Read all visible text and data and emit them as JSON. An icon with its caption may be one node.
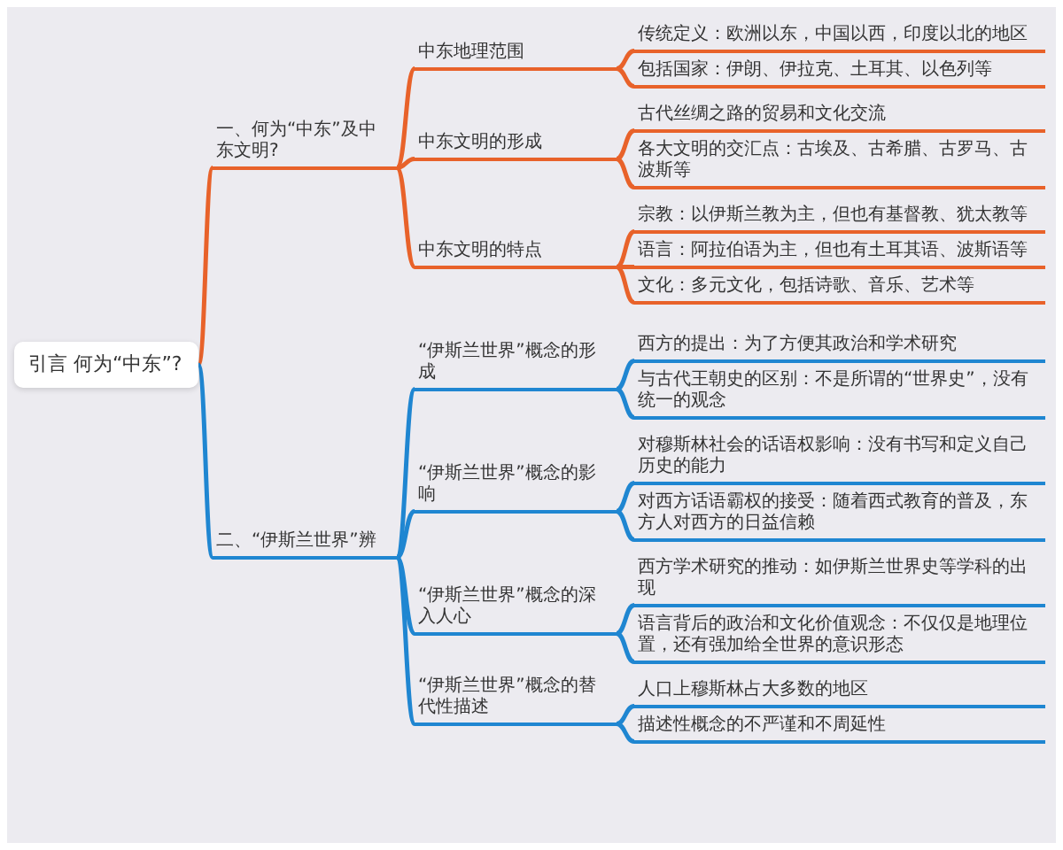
{
  "diagram": {
    "nodes": [
      {
        "text": [
          "引言 何为“中东”?"
        ]
      },
      {
        "text": [
          "一、何为“中东”及中东文明?"
        ]
      },
      {
        "text": [
          "中东地理范围"
        ]
      },
      {
        "text": [
          "传统定义：欧洲以东，中国以西，印度以北的地区"
        ]
      },
      {
        "text": [
          "包括国家：伊朗、伊拉克、土耳其、以色列等"
        ]
      },
      {
        "text": [
          "中东文明的形成"
        ]
      },
      {
        "text": [
          "古代丝绸之路的贸易和文化交流"
        ]
      },
      {
        "text": [
          "各大文明的交汇点：古埃及、古希腊、古罗马、古波斯等"
        ]
      },
      {
        "text": [
          "中东文明的特点"
        ]
      },
      {
        "text": [
          "宗教：以伊斯兰教为主，但也有基督教、犹太教等"
        ]
      },
      {
        "text": [
          "语言：阿拉伯语为主，但也有土耳其语、波斯语等"
        ]
      },
      {
        "text": [
          "文化：多元文化，包括诗歌、音乐、艺术等"
        ]
      },
      {
        "text": [
          "二、“伊斯兰世界”辨"
        ]
      },
      {
        "text": [
          "“伊斯兰世界”概念的形成"
        ]
      },
      {
        "text": [
          "西方的提出：为了方便其政治和学术研究"
        ]
      },
      {
        "text": [
          "与古代王朝史的区别：不是所谓的“世界史”，没有统一的观念"
        ]
      },
      {
        "text": [
          "“伊斯兰世界”概念的影响"
        ]
      },
      {
        "text": [
          "对穆斯林社会的话语权影响：没有书写和定义自己历史的能力"
        ]
      },
      {
        "text": [
          "对西方话语霸权的接受：随着西式教育的普及，东方人对西方的日益信赖"
        ]
      },
      {
        "text": [
          "“伊斯兰世界”概念的深入人心"
        ]
      },
      {
        "text": [
          "西方学术研究的推动：如伊斯兰世界史等学科的出现"
        ]
      },
      {
        "text": [
          "语言背后的政治和文化价值观念：不仅仅是地理位置，还有强加给全世界的意识形态"
        ]
      },
      {
        "text": [
          "“伊斯兰世界”概念的替代性描述"
        ]
      },
      {
        "text": [
          "人口上穆斯林占大多数的地区"
        ]
      },
      {
        "text": [
          "描述性概念的不严谨和不周延性"
        ]
      }
    ],
    "edges": [
      {
        "from": 0,
        "to": 1,
        "arrow": "none",
        "color": "#e8622a"
      },
      {
        "from": 1,
        "to": 2,
        "arrow": "none",
        "color": "#e8622a"
      },
      {
        "from": 2,
        "to": 3,
        "arrow": "none",
        "color": "#e8622a"
      },
      {
        "from": 2,
        "to": 4,
        "arrow": "none",
        "color": "#e8622a"
      },
      {
        "from": 1,
        "to": 5,
        "arrow": "none",
        "color": "#e8622a"
      },
      {
        "from": 5,
        "to": 6,
        "arrow": "none",
        "color": "#e8622a"
      },
      {
        "from": 5,
        "to": 7,
        "arrow": "none",
        "color": "#e8622a"
      },
      {
        "from": 1,
        "to": 8,
        "arrow": "none",
        "color": "#e8622a"
      },
      {
        "from": 8,
        "to": 9,
        "arrow": "none",
        "color": "#e8622a"
      },
      {
        "from": 8,
        "to": 10,
        "arrow": "none",
        "color": "#e8622a"
      },
      {
        "from": 8,
        "to": 11,
        "arrow": "none",
        "color": "#e8622a"
      },
      {
        "from": 0,
        "to": 12,
        "arrow": "none"
      },
      {
        "from": 12,
        "to": 13,
        "arrow": "none"
      },
      {
        "from": 13,
        "to": 14,
        "arrow": "none"
      },
      {
        "from": 13,
        "to": 15,
        "arrow": "none"
      },
      {
        "from": 12,
        "to": 16,
        "arrow": "none"
      },
      {
        "from": 16,
        "to": 17,
        "arrow": "none"
      },
      {
        "from": 16,
        "to": 18,
        "arrow": "none"
      },
      {
        "from": 12,
        "to": 19,
        "arrow": "none"
      },
      {
        "from": 19,
        "to": 20,
        "arrow": "none"
      },
      {
        "from": 19,
        "to": 21,
        "arrow": "none"
      },
      {
        "from": 12,
        "to": 22,
        "arrow": "none"
      },
      {
        "from": 22,
        "to": 23,
        "arrow": "none"
      },
      {
        "from": 22,
        "to": 24,
        "arrow": "none"
      }
    ]
  }
}
